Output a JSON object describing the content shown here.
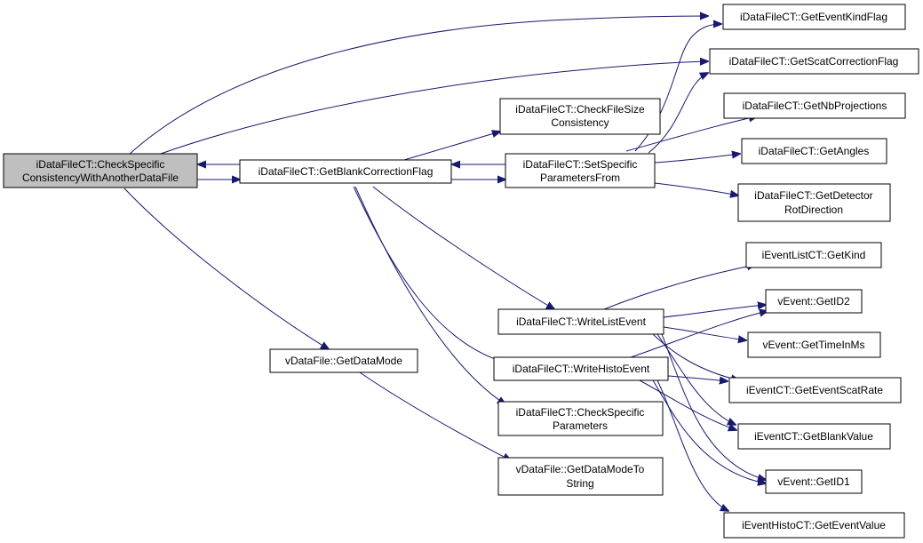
{
  "nodes": {
    "root": [
      "iDataFileCT::CheckSpecific",
      "ConsistencyWithAnotherDataFile"
    ],
    "blank": [
      "iDataFileCT::GetBlankCorrectionFlag"
    ],
    "filesize": [
      "iDataFileCT::CheckFileSize",
      "Consistency"
    ],
    "setspec": [
      "iDataFileCT::SetSpecific",
      "ParametersFrom"
    ],
    "writelist": [
      "iDataFileCT::WriteListEvent"
    ],
    "writehisto": [
      "iDataFileCT::WriteHistoEvent"
    ],
    "checkparams": [
      "iDataFileCT::CheckSpecific",
      "Parameters"
    ],
    "datamode": [
      "vDataFile::GetDataMode"
    ],
    "datamodestr": [
      "vDataFile::GetDataModeTo",
      "String"
    ],
    "eventkind": [
      "iDataFileCT::GetEventKindFlag"
    ],
    "scatcorr": [
      "iDataFileCT::GetScatCorrectionFlag"
    ],
    "nbproj": [
      "iDataFileCT::GetNbProjections"
    ],
    "angles": [
      "iDataFileCT::GetAngles"
    ],
    "detrot": [
      "iDataFileCT::GetDetector",
      "RotDirection"
    ],
    "listkind": [
      "iEventListCT::GetKind"
    ],
    "id2": [
      "vEvent::GetID2"
    ],
    "timems": [
      "vEvent::GetTimeInMs"
    ],
    "scatrate": [
      "iEventCT::GetEventScatRate"
    ],
    "blankval": [
      "iEventCT::GetBlankValue"
    ],
    "id1": [
      "vEvent::GetID1"
    ],
    "histoval": [
      "iEventHistoCT::GetEventValue"
    ]
  },
  "edge_color": "#191970",
  "root_fill": "#bfbfbf",
  "node_fill": "#ffffff"
}
